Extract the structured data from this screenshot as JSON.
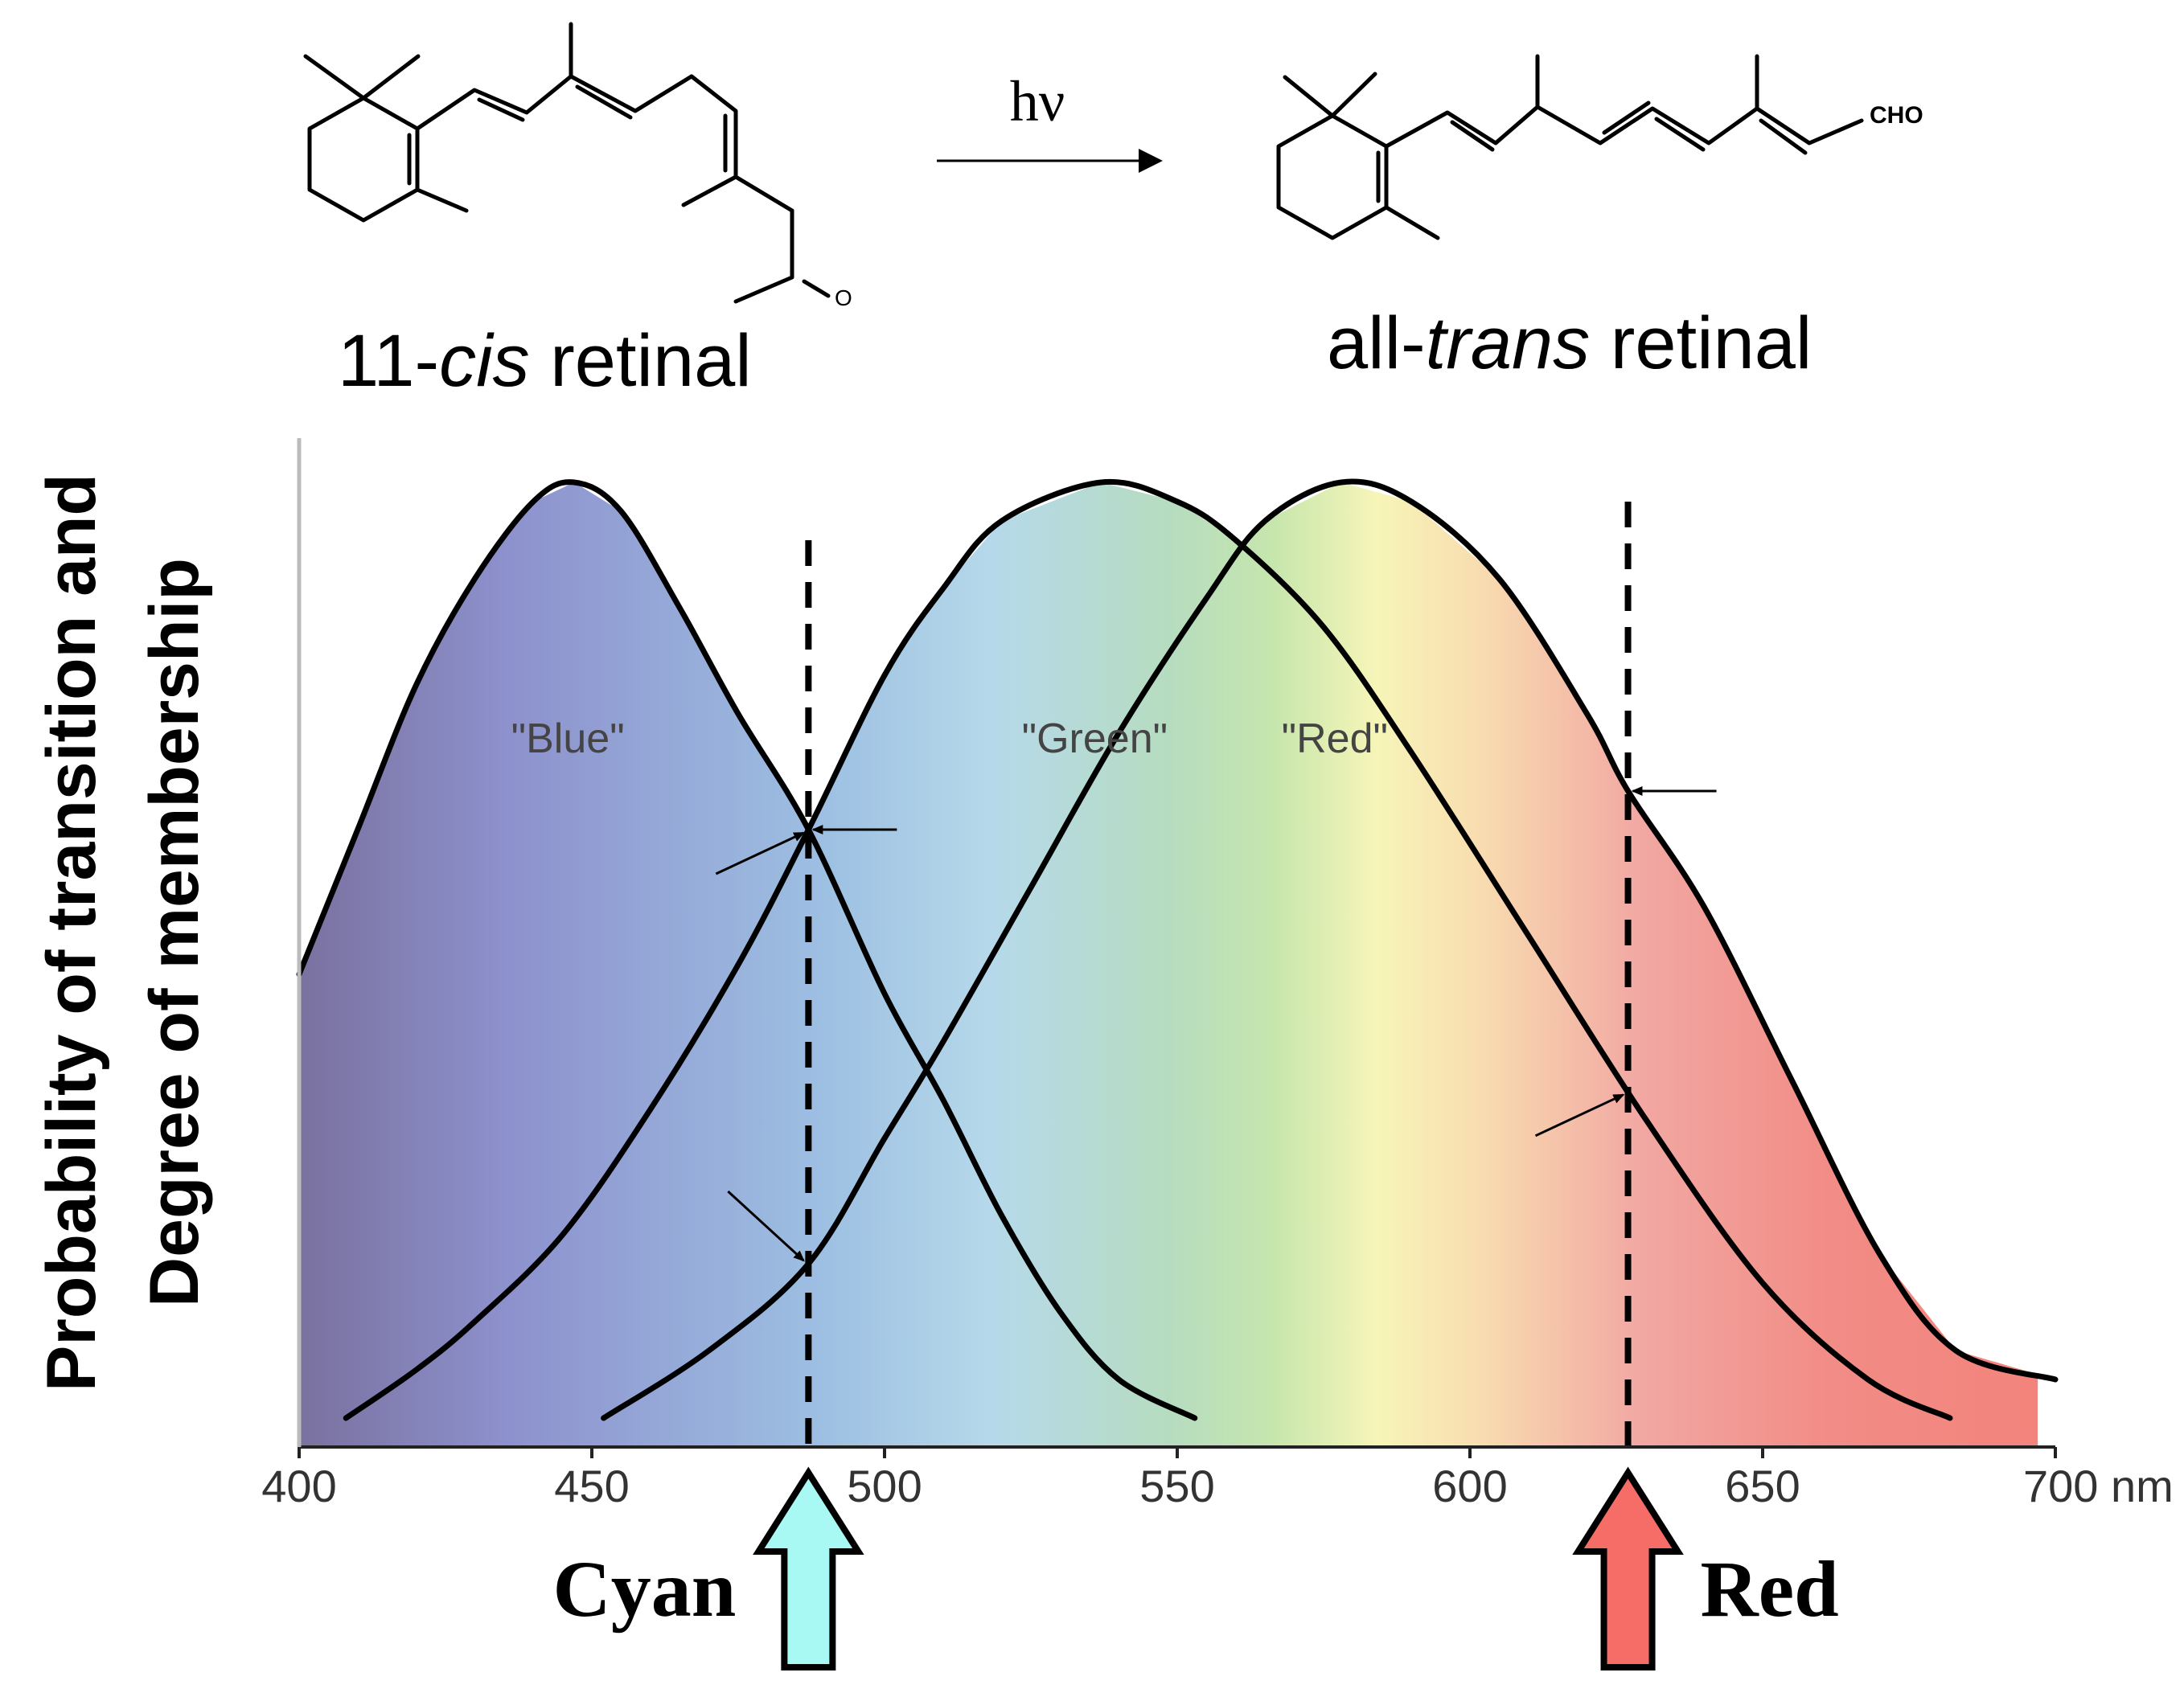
{
  "reaction": {
    "reactant_prefix": "11-",
    "reactant_italic": "cis",
    "reactant_suffix": " retinal",
    "product_prefix": "all-",
    "product_italic": "trans",
    "product_suffix": " retinal",
    "arrow_label": "hν",
    "aldehyde_label": "CHO",
    "ketone_o_label": "O"
  },
  "chart_data": {
    "type": "line",
    "title": "",
    "xlabel": "",
    "ylabel_line1": "Probability of transition and",
    "ylabel_line2": "Degree of membership",
    "x_unit": "nm",
    "xlim": [
      400,
      700
    ],
    "ylim": [
      0,
      1
    ],
    "xticks": [
      400,
      450,
      500,
      550,
      600,
      650,
      700
    ],
    "xtick_labels": [
      "400",
      "450",
      "500",
      "550",
      "600",
      "650",
      "700 nm"
    ],
    "grid": false,
    "series": [
      {
        "name": "\"Blue\"",
        "peak_nm": 447,
        "x": [
          400,
          410,
          420,
          430,
          440,
          447,
          455,
          465,
          475,
          487,
          500,
          510,
          520,
          530,
          540,
          553
        ],
        "y": [
          0.49,
          0.64,
          0.79,
          0.9,
          0.98,
          1.0,
          0.97,
          0.87,
          0.76,
          0.64,
          0.47,
          0.36,
          0.24,
          0.14,
          0.07,
          0.03
        ]
      },
      {
        "name": "\"Green\"",
        "peak_nm": 537,
        "x": [
          408,
          420,
          430,
          445,
          460,
          475,
          487,
          500,
          510,
          520,
          537,
          550,
          560,
          575,
          590,
          610,
          630,
          650,
          668,
          682
        ],
        "y": [
          0.03,
          0.08,
          0.13,
          0.22,
          0.35,
          0.5,
          0.64,
          0.8,
          0.89,
          0.96,
          1.0,
          0.98,
          0.94,
          0.85,
          0.72,
          0.53,
          0.34,
          0.17,
          0.07,
          0.03
        ]
      },
      {
        "name": "\"Red\"",
        "peak_nm": 578,
        "x": [
          452,
          470,
          487,
          500,
          510,
          525,
          540,
          555,
          565,
          578,
          590,
          605,
          620,
          627,
          640,
          655,
          670,
          683,
          700
        ],
        "y": [
          0.03,
          0.1,
          0.19,
          0.32,
          0.42,
          0.58,
          0.74,
          0.88,
          0.96,
          1.0,
          0.98,
          0.9,
          0.76,
          0.68,
          0.56,
          0.38,
          0.2,
          0.1,
          0.07
        ]
      }
    ],
    "markers": [
      {
        "label": "Cyan",
        "x": 487,
        "color": "#a8f8f4"
      },
      {
        "label": "Red",
        "x": 627,
        "color": "#f56d66"
      }
    ]
  }
}
